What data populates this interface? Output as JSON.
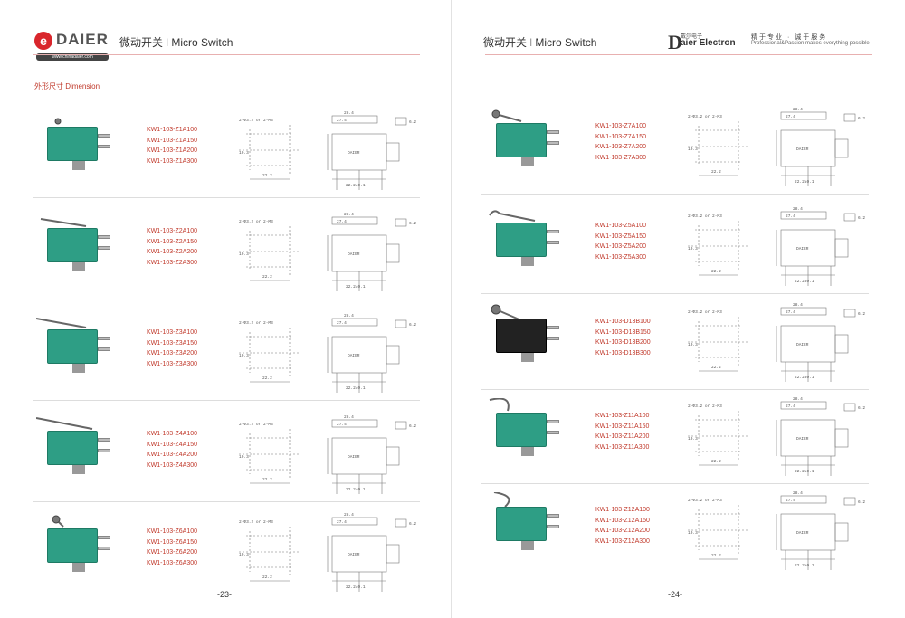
{
  "brand": {
    "logo_letter": "e",
    "logo_word": "DAIER",
    "url": "www.chinadaier.com",
    "right_logo_letter": "D",
    "right_logo_small": "戴尔电子",
    "right_logo_name": "aier Electron",
    "tagline_cn": "精于专业 · 诚于服务",
    "tagline_en": "Professional&Passion makes everything possible"
  },
  "left_page": {
    "header_cn": "微动开关",
    "header_sep": "I",
    "header_en": "Micro Switch",
    "section_label": "外形尺寸 Dimension",
    "page_number": "-23-",
    "rows": [
      {
        "models": [
          "KW1-103-Z1A100",
          "KW1-103-Z1A150",
          "KW1-103-Z1A200",
          "KW1-103-Z1A300"
        ]
      },
      {
        "models": [
          "KW1-103-Z2A100",
          "KW1-103-Z2A150",
          "KW1-103-Z2A200",
          "KW1-103-Z2A300"
        ]
      },
      {
        "models": [
          "KW1-103-Z3A100",
          "KW1-103-Z3A150",
          "KW1-103-Z3A200",
          "KW1-103-Z3A300"
        ]
      },
      {
        "models": [
          "KW1-103-Z4A100",
          "KW1-103-Z4A150",
          "KW1-103-Z4A200",
          "KW1-103-Z4A300"
        ]
      },
      {
        "models": [
          "KW1-103-Z6A100",
          "KW1-103-Z6A150",
          "KW1-103-Z6A200",
          "KW1-103-Z6A300"
        ]
      }
    ]
  },
  "right_page": {
    "header_cn": "微动开关",
    "header_sep": "I",
    "header_en": "Micro Switch",
    "page_number": "-24-",
    "rows": [
      {
        "models": [
          "KW1-103-Z7A100",
          "KW1-103-Z7A150",
          "KW1-103-Z7A200",
          "KW1-103-Z7A300"
        ]
      },
      {
        "models": [
          "KW1-103-Z5A100",
          "KW1-103-Z5A150",
          "KW1-103-Z5A200",
          "KW1-103-Z5A300"
        ]
      },
      {
        "models": [
          "KW1-103-D13B100",
          "KW1-103-D13B150",
          "KW1-103-D13B200",
          "KW1-103-D13B300"
        ]
      },
      {
        "models": [
          "KW1-103-Z11A100",
          "KW1-103-Z11A150",
          "KW1-103-Z11A200",
          "KW1-103-Z11A300"
        ]
      },
      {
        "models": [
          "KW1-103-Z12A100",
          "KW1-103-Z12A150",
          "KW1-103-Z12A200",
          "KW1-103-Z12A300"
        ]
      }
    ]
  },
  "drawing_labels": {
    "hole_note": "2-Φ3.2 or 2-M3",
    "dim_width": "22.2",
    "dim_height": "10.3",
    "dim_length": "28.4",
    "dim_body": "27.4",
    "dim_small": "6.2",
    "dim_pitch": "22.2±0.1",
    "brand_mark": "DAIER"
  },
  "colors": {
    "model_text": "#c0392b",
    "switch_body": "#2e9e85",
    "header_rule": "#dd3333"
  }
}
